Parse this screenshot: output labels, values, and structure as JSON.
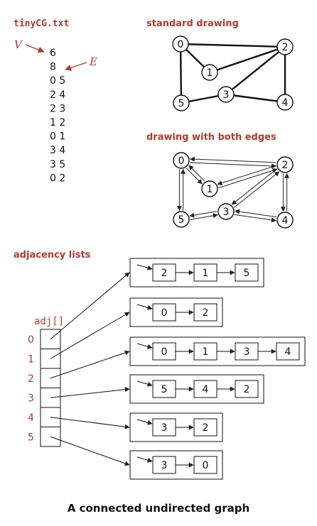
{
  "labels": {
    "file_name": "tinyCG.txt",
    "standard_drawing": "standard drawing",
    "both_edges_drawing": "drawing with both edges",
    "adjacency_lists": "adjacency lists",
    "adj_array": "adj[]",
    "v_label": "V",
    "e_label": "E",
    "caption": "A connected undirected graph"
  },
  "file_lines": [
    "6",
    "8",
    "0 5",
    "2 4",
    "2 3",
    "1 2",
    "0 1",
    "3 4",
    "3 5",
    "0 2"
  ],
  "vertices": [
    "0",
    "1",
    "2",
    "3",
    "4",
    "5"
  ],
  "edges": [
    [
      0,
      5
    ],
    [
      2,
      4
    ],
    [
      2,
      3
    ],
    [
      1,
      2
    ],
    [
      0,
      1
    ],
    [
      3,
      4
    ],
    [
      3,
      5
    ],
    [
      0,
      2
    ]
  ],
  "adjacency": [
    [
      "2",
      "1",
      "5"
    ],
    [
      "0",
      "2"
    ],
    [
      "0",
      "1",
      "3",
      "4"
    ],
    [
      "5",
      "4",
      "2"
    ],
    [
      "3",
      "2"
    ],
    [
      "3",
      "0"
    ]
  ],
  "colors": {
    "accent": "#b03a2e",
    "ink": "#111111"
  }
}
